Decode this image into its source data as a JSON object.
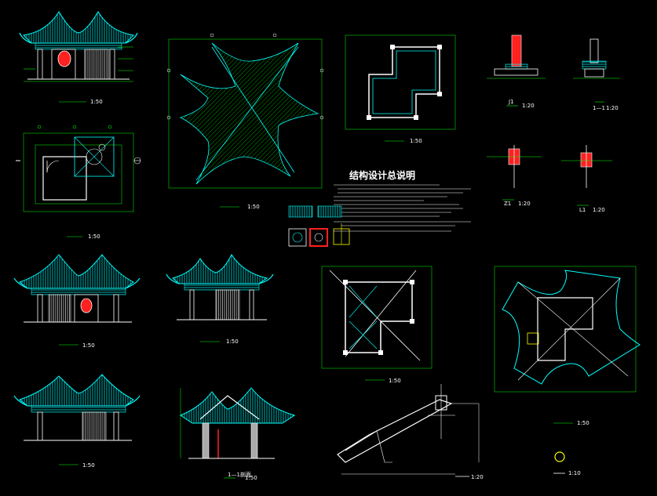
{
  "colors": {
    "background": "#000000",
    "cyan": "#00ffff",
    "green": "#00ff00",
    "magenta": "#ff00ff",
    "yellow": "#ffff00",
    "red": "#ff2020",
    "white": "#ffffff",
    "grey": "#aaaaaa"
  },
  "scales": {
    "one_to_fifty": "1:50",
    "one_to_twenty": "1:20",
    "one_to_ten": "1:10"
  },
  "notes": {
    "title": "结构设计总说明"
  },
  "section_labels": {
    "j1": "J1",
    "one_one": "1—1",
    "z1": "Z1",
    "l1": "L1",
    "section_1_1": "1—1剖面"
  }
}
